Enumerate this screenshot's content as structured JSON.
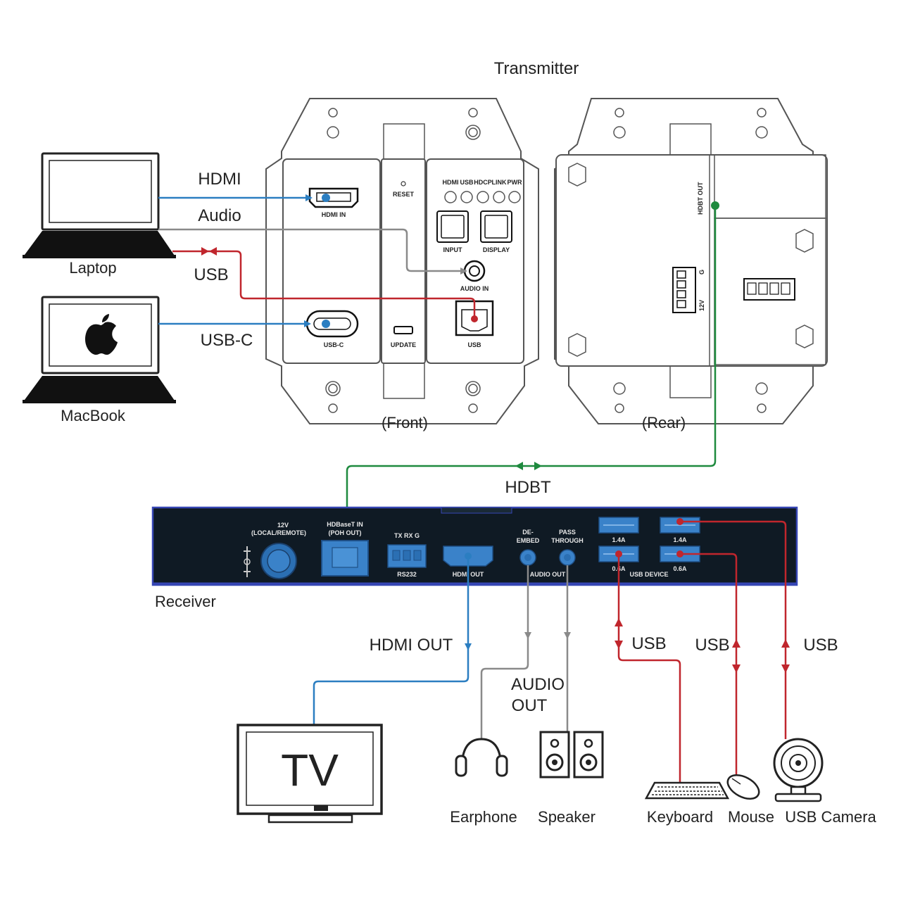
{
  "title": "Transmitter",
  "labels": {
    "front": "(Front)",
    "rear": "(Rear)",
    "receiver": "Receiver",
    "hdbt": "HDBT"
  },
  "sources": {
    "laptop": "Laptop",
    "macbook": "MacBook"
  },
  "signals": {
    "hdmi": "HDMI",
    "audio": "Audio",
    "usb": "USB",
    "usb_c": "USB-C",
    "hdmi_out": "HDMI OUT",
    "audio_out_1": "AUDIO",
    "audio_out_2": "OUT"
  },
  "front_panel": {
    "hdmi_in": "HDMI IN",
    "reset": "RESET",
    "update": "UPDATE",
    "usb_c": "USB-C",
    "usb": "USB",
    "audio_in": "AUDIO IN",
    "input": "INPUT",
    "display": "DISPLAY",
    "leds": [
      "HDMI",
      "USB",
      "HDCP",
      "LINK",
      "PWR"
    ]
  },
  "rear_panel": {
    "hdbt_out": "HDBT OUT",
    "v12": "12V",
    "g": "G"
  },
  "receiver_panel": {
    "power_1": "12V",
    "power_2": "(LOCAL/REMOTE)",
    "hdbaset_1": "HDBaseT IN",
    "hdbaset_2": "(POH OUT)",
    "txrx": "TX RX G",
    "rs232": "RS232",
    "hdmi_out": "HDMI OUT",
    "deembed_1": "DE-",
    "deembed_2": "EMBED",
    "pass_1": "PASS",
    "pass_2": "THROUGH",
    "audio_out": "AUDIO OUT",
    "usb_14a_1": "1.4A",
    "usb_14a_2": "1.4A",
    "usb_06a_1": "0.6A",
    "usb_06a_2": "0.6A",
    "usb_device": "USB DEVICE"
  },
  "outputs": {
    "tv": "TV",
    "earphone": "Earphone",
    "speaker": "Speaker",
    "keyboard": "Keyboard",
    "mouse": "Mouse",
    "usb_camera": "USB Camera"
  },
  "colors": {
    "hdmi": "#2b7ec1",
    "audio": "#8a8a8a",
    "usb": "#c0262d",
    "hdbt": "#1e8a3e",
    "receiver_body": "#0f1a24",
    "receiver_edge": "#3646b4"
  }
}
